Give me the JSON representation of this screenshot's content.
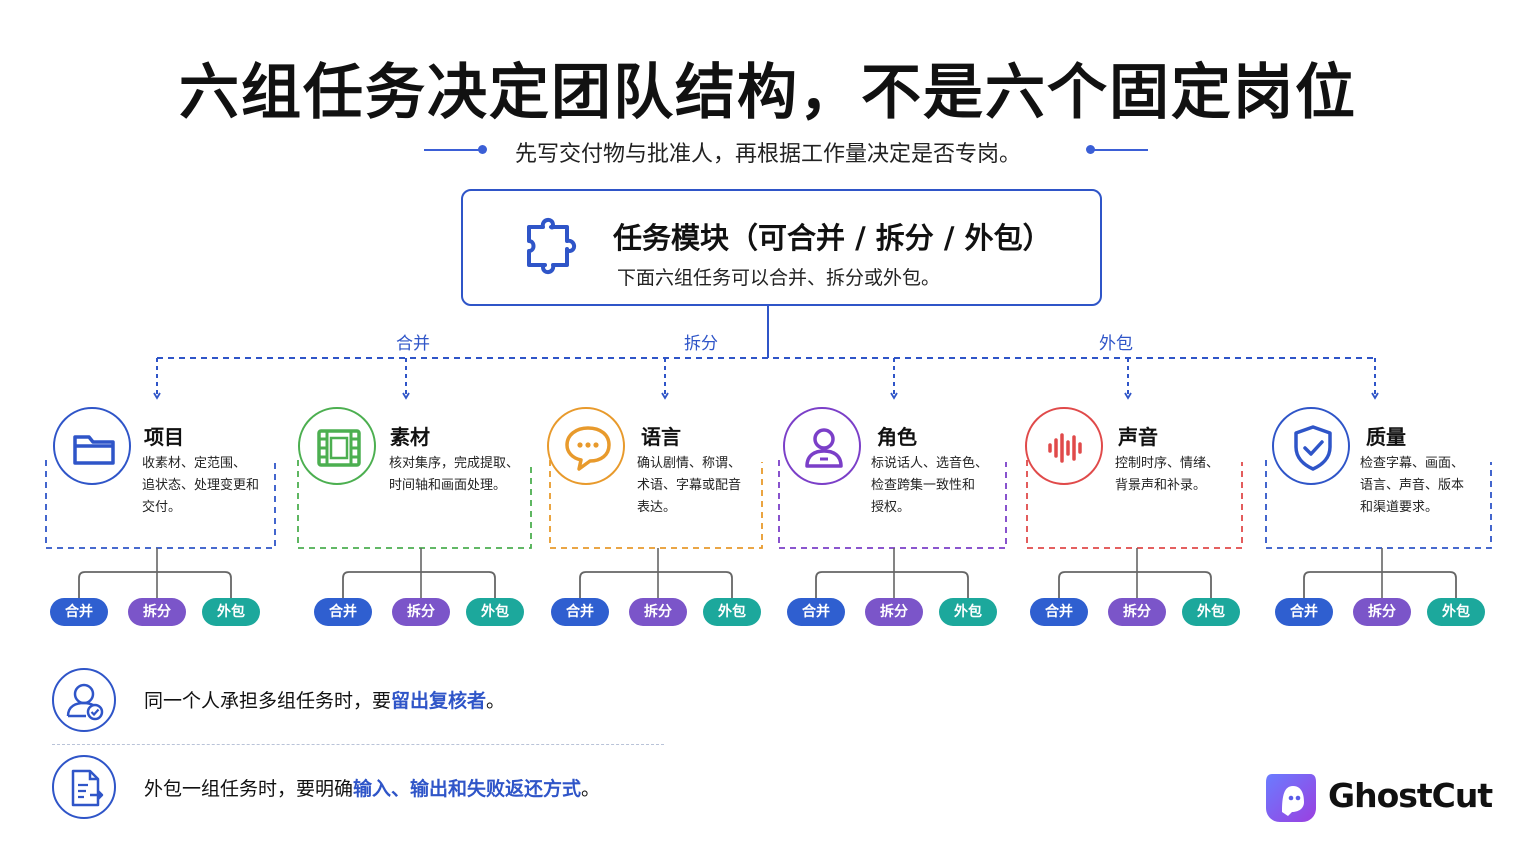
{
  "title": "六组任务决定团队结构，不是六个固定岗位",
  "subtitle": "先写交付物与批准人，再根据工作量决定是否专岗。",
  "module": {
    "title": "任务模块（可合并 / 拆分 / 外包）",
    "desc": "下面六组任务可以合并、拆分或外包。",
    "icon": "puzzle-icon"
  },
  "branches": [
    "合并",
    "拆分",
    "外包"
  ],
  "cards": [
    {
      "title": "项目",
      "desc": [
        "收素材、定范围、",
        "追状态、处理变更和",
        "交付。"
      ],
      "icon": "folder-icon",
      "color": "#2f55c8"
    },
    {
      "title": "素材",
      "desc": [
        "核对集序，完成提取、",
        "时间轴和画面处理。"
      ],
      "icon": "film-icon",
      "color": "#4caf50"
    },
    {
      "title": "语言",
      "desc": [
        "确认剧情、称谓、",
        "术语、字幕或配音",
        "表达。"
      ],
      "icon": "chat-bubble-icon",
      "color": "#e89a2c"
    },
    {
      "title": "角色",
      "desc": [
        "标说话人、选音色、",
        "检查跨集一致性和",
        "授权。"
      ],
      "icon": "person-icon",
      "color": "#7b3fc8"
    },
    {
      "title": "声音",
      "desc": [
        "控制时序、情绪、",
        "背景声和补录。"
      ],
      "icon": "sound-wave-icon",
      "color": "#e04a4a"
    },
    {
      "title": "质量",
      "desc": [
        "检查字幕、画面、",
        "语言、声音、版本",
        "和渠道要求。"
      ],
      "icon": "shield-check-icon",
      "color": "#2f55c8"
    }
  ],
  "options": [
    "合并",
    "拆分",
    "外包"
  ],
  "notes": [
    {
      "before": "同一个人承担多组任务时，要",
      "highlight": "留出复核者",
      "after": "。",
      "icon": "user-check-icon"
    },
    {
      "before": "外包一组任务时，要明确",
      "highlight": "输入、输出和失败返还方式",
      "after": "。",
      "icon": "document-export-icon"
    }
  ],
  "brand": "GhostCut",
  "colors": {
    "accent": "#2f55c8",
    "merge": "#2f5fd0",
    "split": "#7b55c9",
    "outsource": "#1ca89c"
  }
}
